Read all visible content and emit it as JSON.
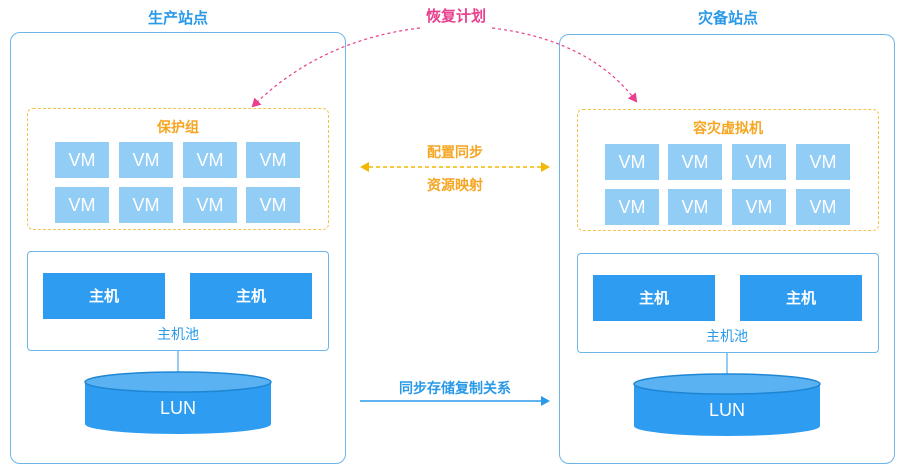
{
  "production_site": {
    "title": "生产站点",
    "protection_group": {
      "title": "保护组",
      "vms": [
        "VM",
        "VM",
        "VM",
        "VM",
        "VM",
        "VM",
        "VM",
        "VM"
      ]
    },
    "host_pool": {
      "hosts": [
        "主机",
        "主机"
      ],
      "label": "主机池"
    },
    "storage": {
      "label": "LUN"
    }
  },
  "dr_site": {
    "title": "灾备站点",
    "dr_vm_group": {
      "title": "容灾虚拟机",
      "vms": [
        "VM",
        "VM",
        "VM",
        "VM",
        "VM",
        "VM",
        "VM",
        "VM"
      ]
    },
    "host_pool": {
      "hosts": [
        "主机",
        "主机"
      ],
      "label": "主机池"
    },
    "storage": {
      "label": "LUN"
    }
  },
  "links": {
    "recovery_plan": "恢复计划",
    "config_sync": "配置同步",
    "resource_mapping": "资源映射",
    "storage_replication": "同步存储复制关系"
  },
  "colors": {
    "site_border": "#6cb6ea",
    "title_blue": "#2a9ae8",
    "vm_fill": "#92cdf6",
    "host_fill": "#2d9cf1",
    "group_orange": "#f5a623",
    "plan_pink": "#e8408e",
    "lun_fill": "#2d9cf1"
  }
}
